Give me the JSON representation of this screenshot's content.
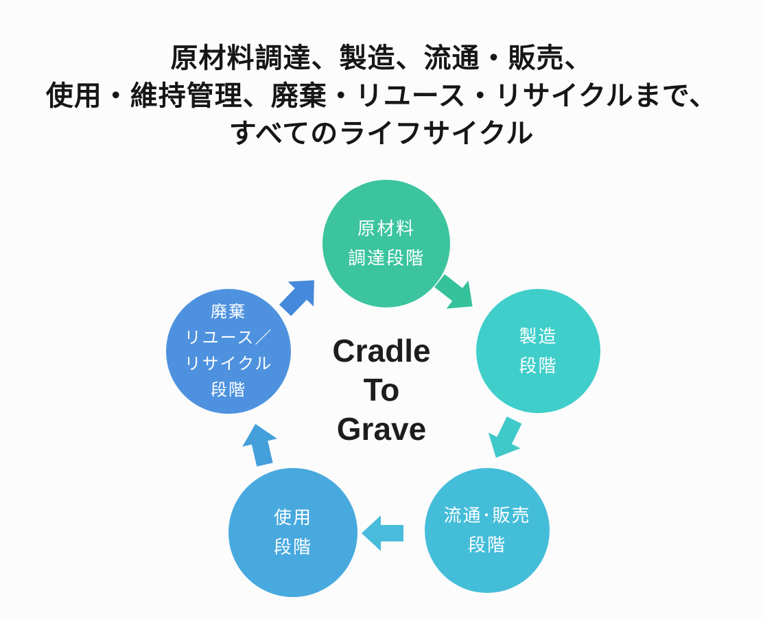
{
  "background_color": "#fcfcfc",
  "title": {
    "lines": [
      "原材料調達、製造、流通・販売、",
      "使用・維持管理、廃棄・リユース・リサイクルまで、",
      "すべてのライフサイクル"
    ],
    "color": "#161616"
  },
  "center_label": {
    "lines": [
      "Cradle",
      "To",
      "Grave"
    ],
    "color": "#1d1d1d"
  },
  "stages": [
    {
      "id": "raw-material-procurement",
      "position": "top",
      "lines": [
        "原材料",
        "調達段階"
      ],
      "color": "#3bc49e"
    },
    {
      "id": "manufacturing",
      "position": "right",
      "lines": [
        "製造",
        "段階"
      ],
      "color": "#3fceca"
    },
    {
      "id": "distribution-sales",
      "position": "bottom-right",
      "lines": [
        "流通･販売",
        "段階"
      ],
      "color": "#44bdd9"
    },
    {
      "id": "use",
      "position": "bottom-left",
      "lines": [
        "使用",
        "段階"
      ],
      "color": "#48a9df"
    },
    {
      "id": "disposal-reuse-recycle",
      "position": "left",
      "lines": [
        "廃棄",
        "リユース／",
        "リサイクル",
        "段階"
      ],
      "color": "#4e92df"
    }
  ],
  "arrows": [
    {
      "from": "raw-material-procurement",
      "to": "manufacturing",
      "direction": "down-right",
      "color": "#35c29b"
    },
    {
      "from": "manufacturing",
      "to": "distribution-sales",
      "direction": "down-left",
      "color": "#40c9c9"
    },
    {
      "from": "distribution-sales",
      "to": "use",
      "direction": "left",
      "color": "#49bcdc"
    },
    {
      "from": "use",
      "to": "disposal-reuse-recycle",
      "direction": "up",
      "color": "#459fdb"
    },
    {
      "from": "disposal-reuse-recycle",
      "to": "raw-material-procurement",
      "direction": "up-right",
      "color": "#4489db"
    }
  ],
  "circle_text_color": "#ffffff"
}
